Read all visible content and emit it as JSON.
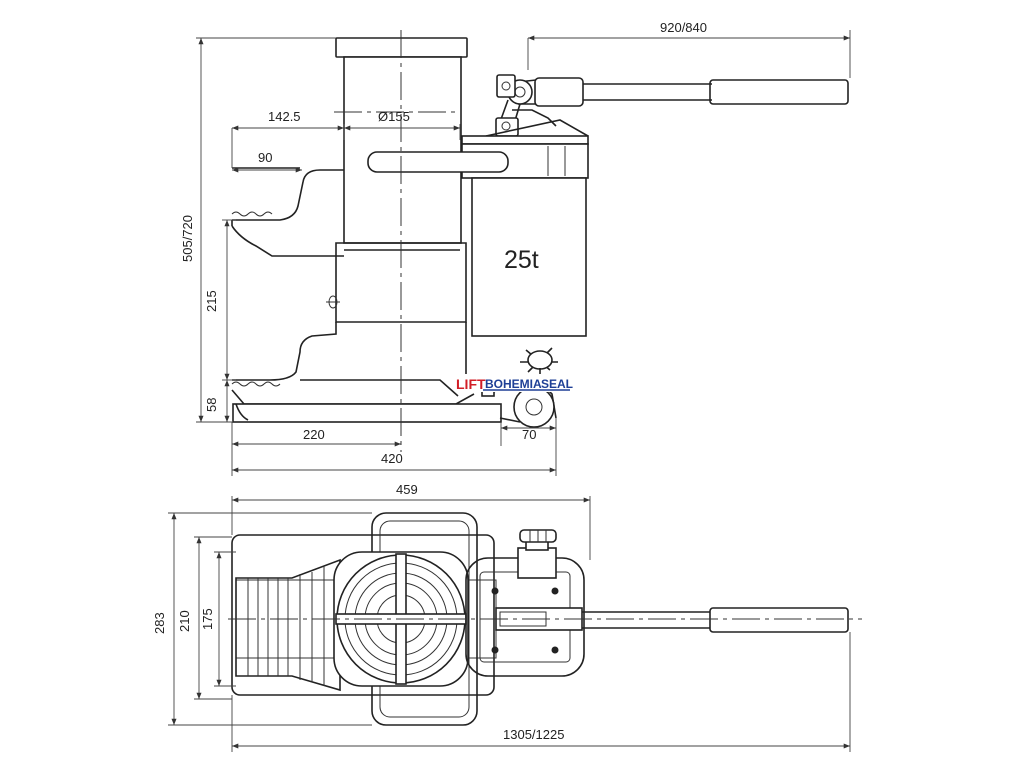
{
  "drawing": {
    "capacity_label": "25t",
    "logo": {
      "part1": "LIFT",
      "part2": "BOHEMIA",
      "part3": "SEAL"
    },
    "side_view_dims": {
      "handle_length": "920/840",
      "total_height": "505/720",
      "toe_offset": "142.5",
      "ram_diameter": "Ø155",
      "toe_depth": "90",
      "toe_height": "215",
      "toe_min_height": "58",
      "base_half_length": "220",
      "base_length": "420",
      "wheel_offset": "70"
    },
    "top_view_dims": {
      "overall_length_top": "459",
      "overall_width": "283",
      "width_mid": "210",
      "width_inner": "175",
      "overall_length_with_handle": "1305/1225"
    }
  },
  "colors": {
    "line": "#222222",
    "logo_red": "#d21e26",
    "logo_blue": "#1e3f96"
  }
}
